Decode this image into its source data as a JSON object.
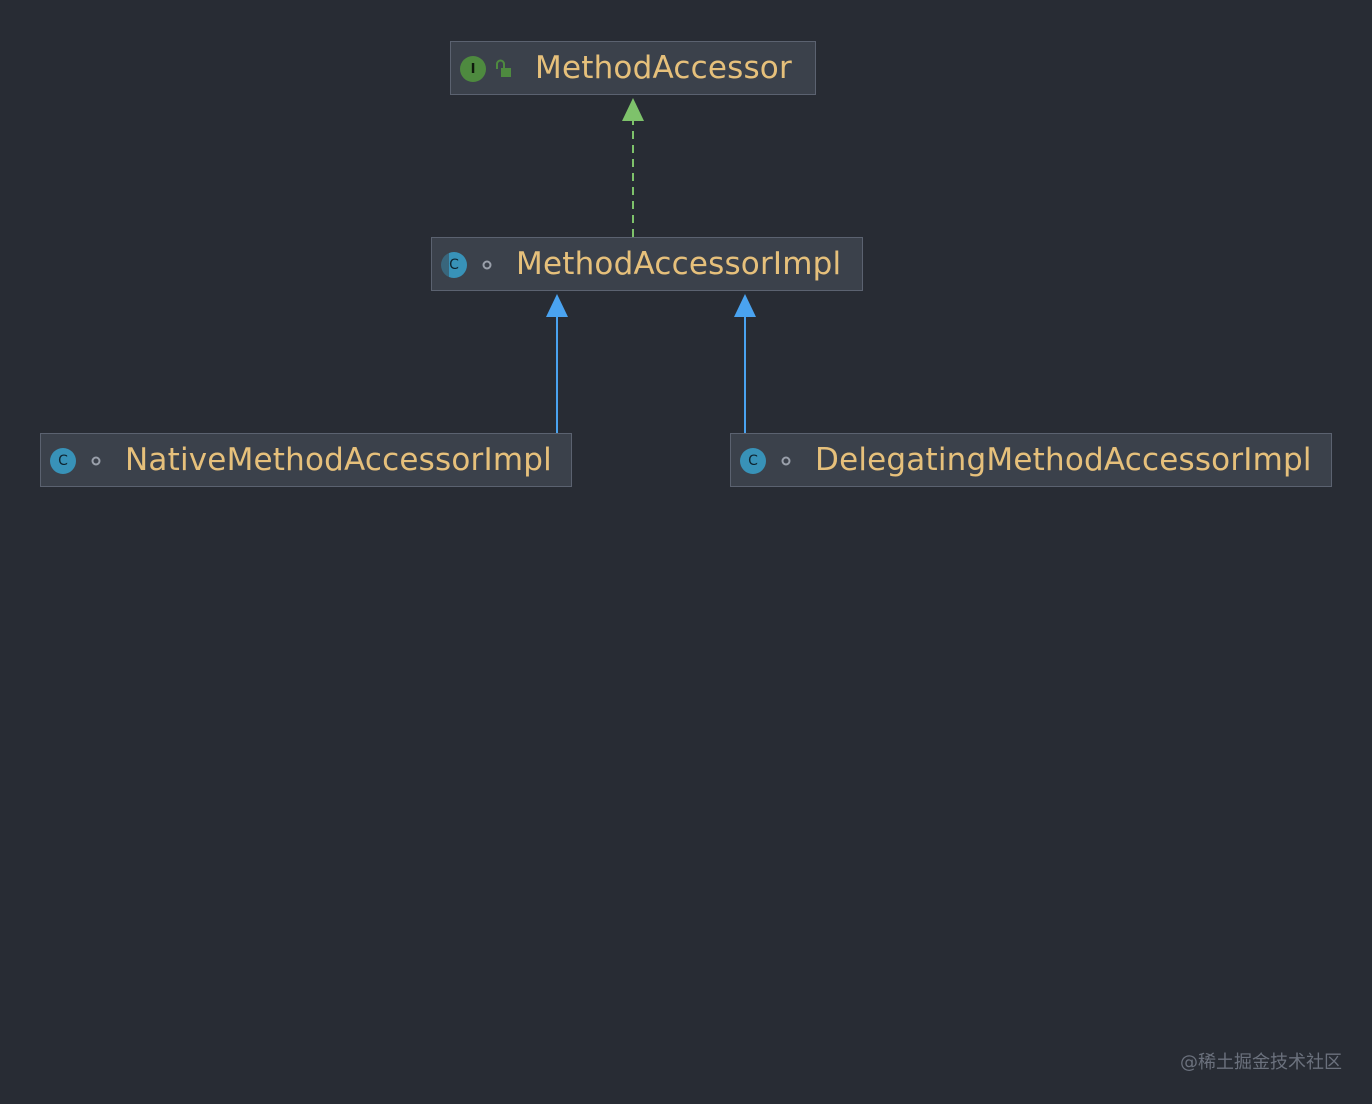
{
  "diagram": {
    "nodes": [
      {
        "id": "method-accessor",
        "kind": "interface",
        "kind_icon": "interface-icon",
        "kind_letter": "I",
        "visibility_icon": "public-unlocked-icon",
        "label": "MethodAccessor"
      },
      {
        "id": "method-accessor-impl",
        "kind": "abstract-class",
        "kind_icon": "abstract-class-icon",
        "kind_letter": "C",
        "visibility_icon": "package-private-icon",
        "label": "MethodAccessorImpl"
      },
      {
        "id": "native-method-accessor-impl",
        "kind": "class",
        "kind_icon": "class-icon",
        "kind_letter": "C",
        "visibility_icon": "package-private-icon",
        "label": "NativeMethodAccessorImpl"
      },
      {
        "id": "delegating-method-accessor-impl",
        "kind": "class",
        "kind_icon": "class-icon",
        "kind_letter": "C",
        "visibility_icon": "package-private-icon",
        "label": "DelegatingMethodAccessorImpl"
      }
    ],
    "edges": [
      {
        "from": "method-accessor-impl",
        "to": "method-accessor",
        "relation": "implements",
        "style": "dashed",
        "color": "#7ec26b"
      },
      {
        "from": "native-method-accessor-impl",
        "to": "method-accessor-impl",
        "relation": "extends",
        "style": "solid",
        "color": "#4aa3f0"
      },
      {
        "from": "delegating-method-accessor-impl",
        "to": "method-accessor-impl",
        "relation": "extends",
        "style": "solid",
        "color": "#4aa3f0"
      }
    ]
  },
  "watermark": "@稀土掘金技术社区",
  "colors": {
    "background": "#282c34",
    "node_fill": "#3b414b",
    "node_border": "#5b6270",
    "label": "#e6c07b",
    "interface_icon": "#4e8a3f",
    "class_icon": "#3892b8",
    "implements_arrow": "#7ec26b",
    "extends_arrow": "#4aa3f0"
  }
}
